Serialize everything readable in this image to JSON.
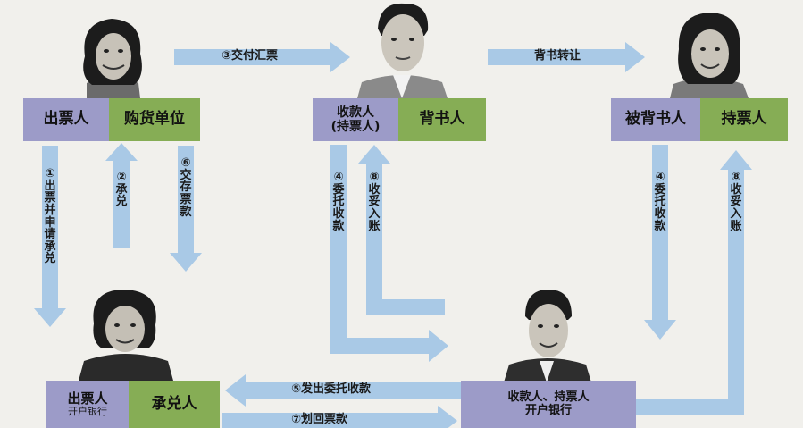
{
  "nodes": {
    "drawer": {
      "left": "出票人",
      "right": "购货单位"
    },
    "endorser": {
      "left_line1": "收款人",
      "left_line2": "(持票人)",
      "right": "背书人"
    },
    "endorsee": {
      "left": "被背书人",
      "right": "持票人"
    },
    "drawer_bank": {
      "left_line1": "出票人",
      "left_line2": "开户银行",
      "right": "承兑人"
    },
    "payee_bank": {
      "line1": "收款人、持票人",
      "line2": "开户银行"
    }
  },
  "arrows": {
    "a1": "①出票并申请承兑",
    "a2": "②承兑",
    "a3": "③交付汇票",
    "a_endorse": "背书转让",
    "a4_left": "④委托收款",
    "a8_left": "⑧收妥入账",
    "a4_right": "④委托收款",
    "a8_right": "⑧收妥入账",
    "a5": "⑤发出委托收款",
    "a6": "⑥交存票款",
    "a7": "⑦划回票款"
  },
  "colors": {
    "arrow": "#a9c9e6",
    "purple": "#9c9bc8",
    "green": "#86ad55"
  }
}
